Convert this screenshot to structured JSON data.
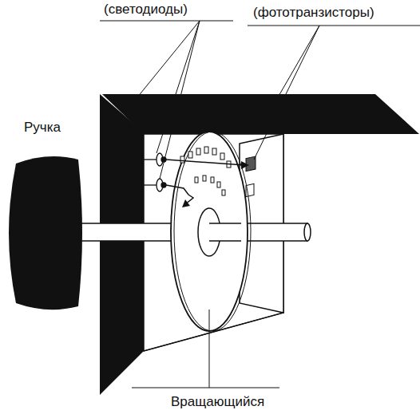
{
  "diagram": {
    "labels": [
      "(светодиоды)",
      "(фототранзисторы)",
      "Ручка",
      "Вращающийся"
    ]
  }
}
